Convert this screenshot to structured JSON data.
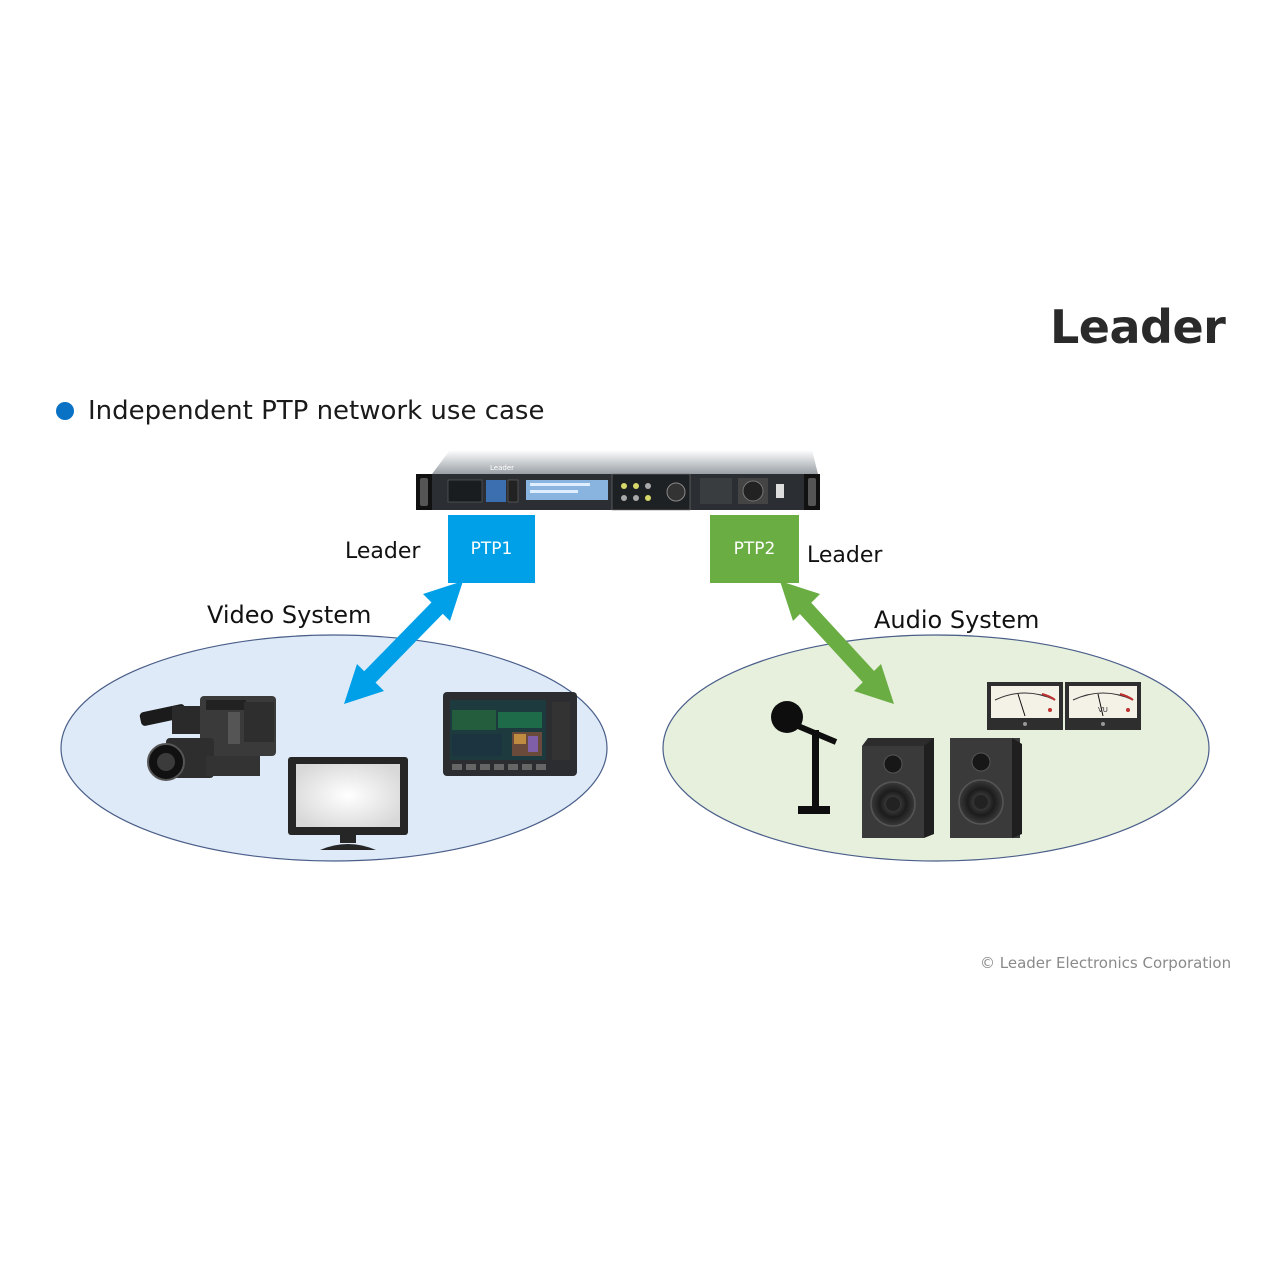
{
  "brand": {
    "logo_text": "Leader"
  },
  "heading": {
    "title": "Independent PTP network use case",
    "bullet_color": "#0a72c4"
  },
  "device": {
    "name": "rack-mount PTP generator"
  },
  "ptp1": {
    "label": "PTP1",
    "role": "Leader",
    "color": "#00a0e9"
  },
  "ptp2": {
    "label": "PTP2",
    "role": "Leader",
    "color": "#6aad43"
  },
  "video_system": {
    "label": "Video System",
    "ellipse_color": "#deeaf7",
    "items": [
      "camcorder-icon",
      "monitor-icon",
      "waveform-monitor-icon"
    ]
  },
  "audio_system": {
    "label": "Audio System",
    "ellipse_color": "#e6f0dc",
    "items": [
      "microphone-icon",
      "speaker-icon",
      "speaker-icon",
      "vu-meter-icon",
      "vu-meter-icon"
    ],
    "vu_label": "VU"
  },
  "footer": {
    "copyright": "© Leader Electronics Corporation"
  }
}
